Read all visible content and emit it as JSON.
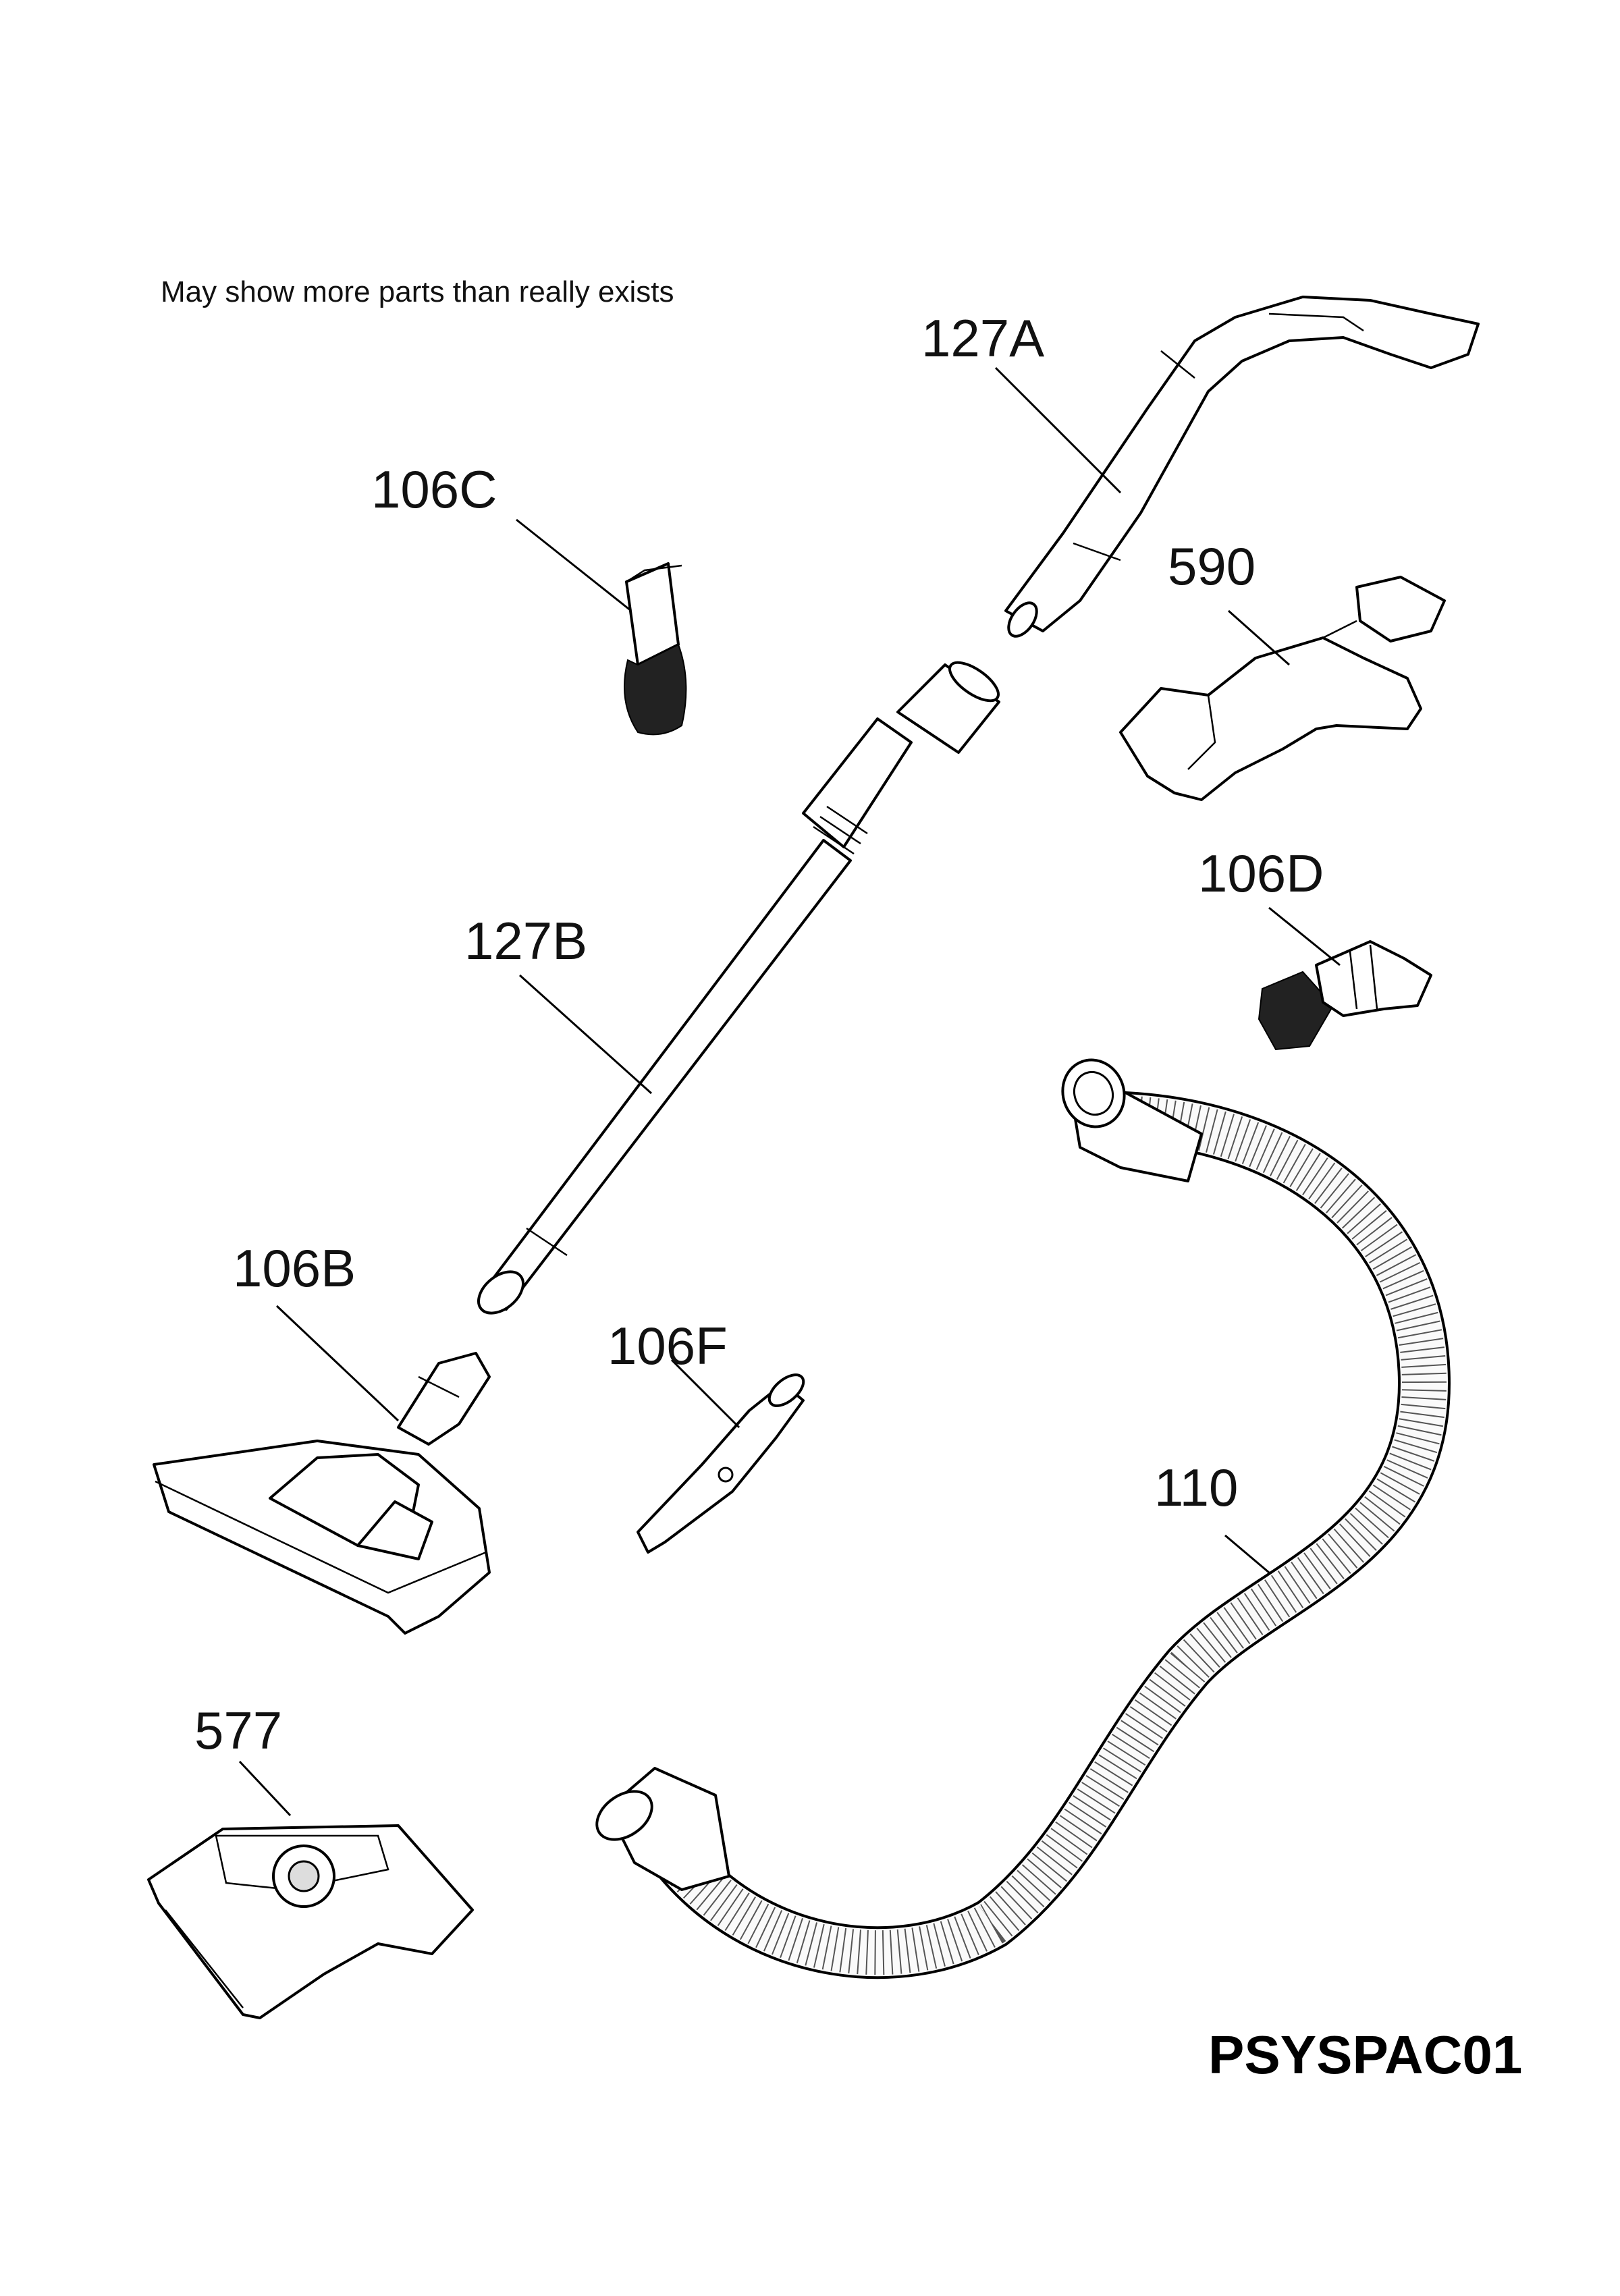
{
  "note": "May show more parts than really exists",
  "diagram_code": "PSYSPAC01",
  "parts": [
    {
      "id": "127A",
      "name": "handle",
      "icon": "handle-icon"
    },
    {
      "id": "106C",
      "name": "brush",
      "icon": "brush-icon"
    },
    {
      "id": "590",
      "name": "adapter",
      "icon": "adapter-icon"
    },
    {
      "id": "127B",
      "name": "telescopic tube",
      "icon": "tube-icon"
    },
    {
      "id": "106D",
      "name": "dusting brush",
      "icon": "dusting-brush-icon"
    },
    {
      "id": "106B",
      "name": "floor nozzle",
      "icon": "floor-nozzle-icon"
    },
    {
      "id": "106F",
      "name": "crevice tool",
      "icon": "crevice-tool-icon"
    },
    {
      "id": "110",
      "name": "hose",
      "icon": "hose-icon"
    },
    {
      "id": "577",
      "name": "dust bag",
      "icon": "dust-bag-icon"
    }
  ]
}
